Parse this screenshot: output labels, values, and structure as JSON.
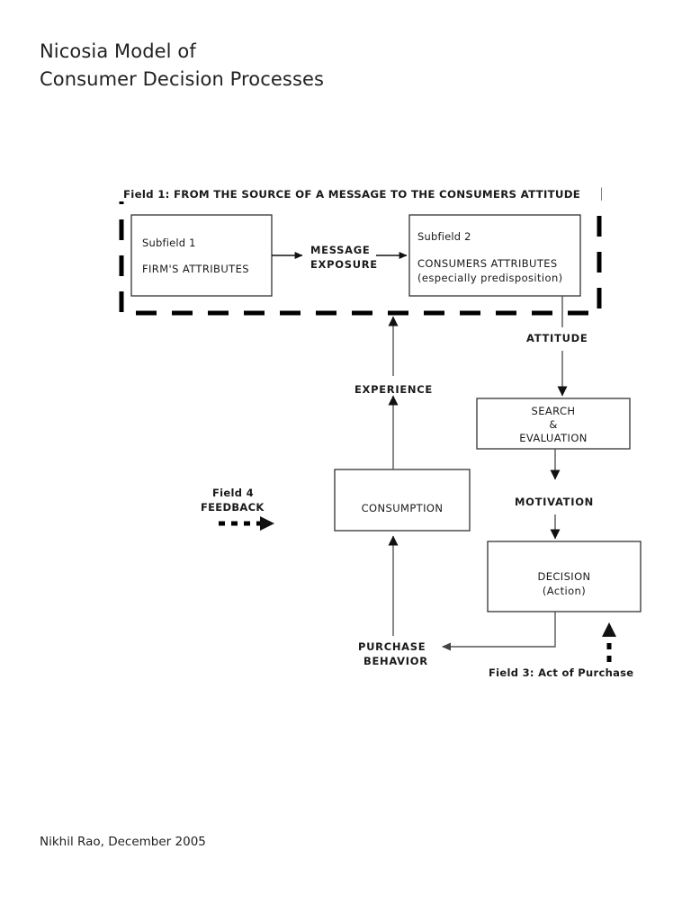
{
  "page": {
    "title_lines": [
      "Nicosia Model of",
      "Consumer Decision Processes"
    ],
    "footer": "Nikhil Rao, December 2005",
    "ink_color": "#111111",
    "box_stroke": "#333333",
    "background": "#ffffff"
  },
  "diagram": {
    "field1": {
      "label": "Field 1: FROM THE SOURCE OF A MESSAGE TO THE CONSUMERS ATTITUDE",
      "boundary_style": "dashed"
    },
    "field3": {
      "label": "Field 3: Act of Purchase",
      "arrow_style": "dashed-up"
    },
    "field4": {
      "label_line1": "Field 4",
      "label_line2": "FEEDBACK",
      "arrow_style": "dashed-right"
    },
    "boxes": [
      {
        "id": "subfield1",
        "lines": [
          "Subfield 1",
          "FIRM'S ATTRIBUTES"
        ]
      },
      {
        "id": "subfield2",
        "lines": [
          "Subfield 2",
          "CONSUMERS ATTRIBUTES",
          "(especially predisposition)"
        ]
      },
      {
        "id": "search_evaluation",
        "lines": [
          "SEARCH",
          "&",
          "EVALUATION"
        ]
      },
      {
        "id": "consumption",
        "lines": [
          "CONSUMPTION"
        ]
      },
      {
        "id": "decision",
        "lines": [
          "DECISION",
          "(Action)"
        ]
      }
    ],
    "connector_labels": {
      "message_exposure_line1": "MESSAGE",
      "message_exposure_line2": "EXPOSURE",
      "attitude": "ATTITUDE",
      "experience": "EXPERIENCE",
      "motivation": "MOTIVATION",
      "purchase_behavior_line1": "PURCHASE",
      "purchase_behavior_line2": "BEHAVIOR"
    }
  }
}
